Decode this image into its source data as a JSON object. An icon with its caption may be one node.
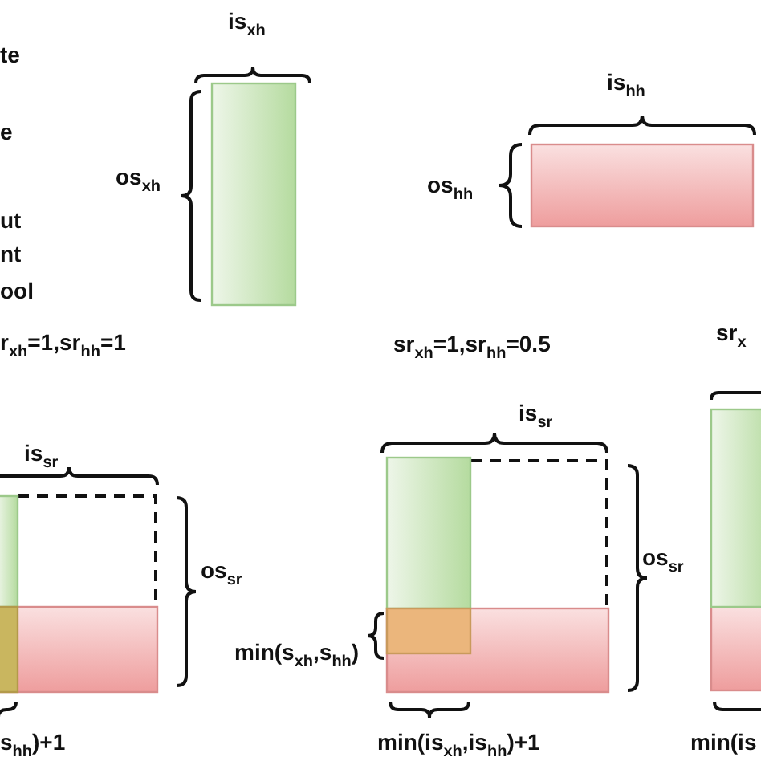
{
  "diagram": {
    "labels": [
      "te",
      "e",
      "ut",
      "nt",
      "ool",
      "is$_{xh}$",
      "os$_{xh}$",
      "is$_{hh}$",
      "os$_{hh}$",
      "r$_{xh}$=1,sr$_{hh}$=1",
      "sr$_{xh}$=1,sr$_{hh}$=0.5",
      "sr$_{x}$",
      "is$_{sr}$",
      "is$_{sr}$",
      "os$_{sr}$",
      "os$_{sr}$",
      "min(s$_{xh}$,s$_{hh}$)",
      "s$_{hh}$)+1",
      "min(is$_{xh}$,is$_{hh}$)+1",
      "min(is"
    ]
  }
}
